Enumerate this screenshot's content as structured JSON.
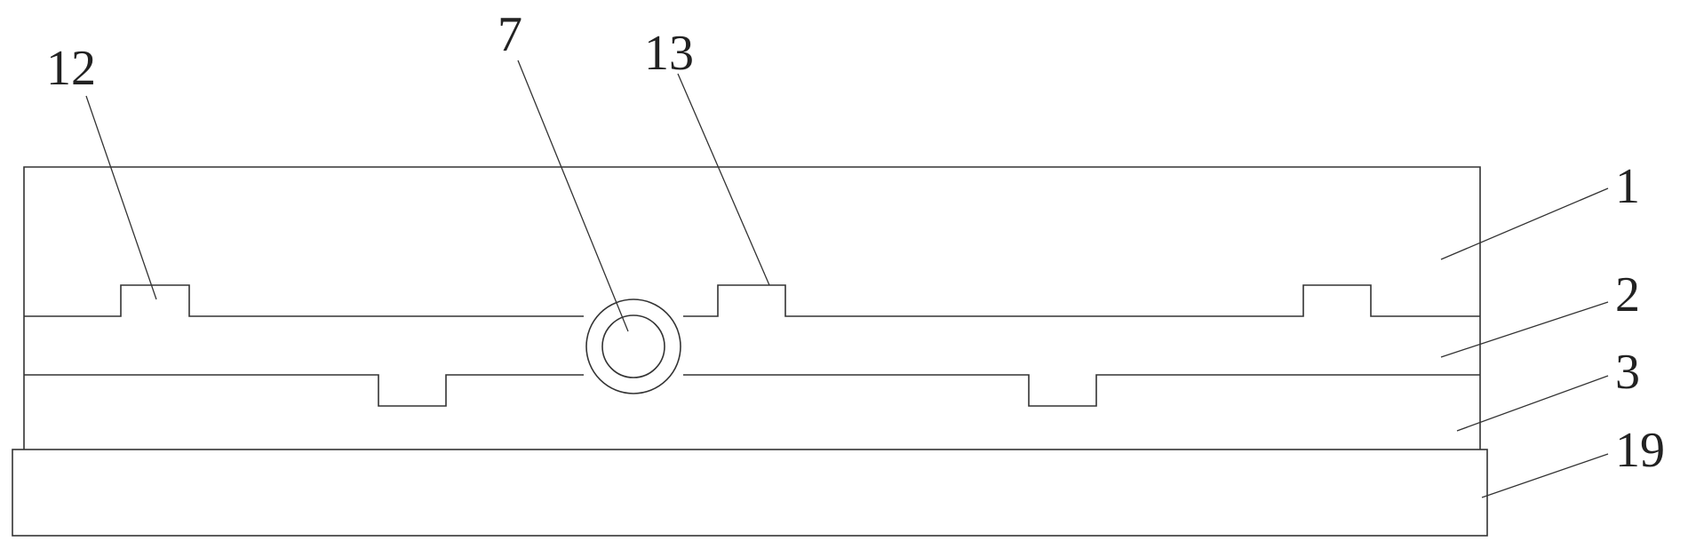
{
  "labels": {
    "l12": "12",
    "l7": "7",
    "l13": "13",
    "l1": "1",
    "l2": "2",
    "l3": "3",
    "l19": "19"
  }
}
